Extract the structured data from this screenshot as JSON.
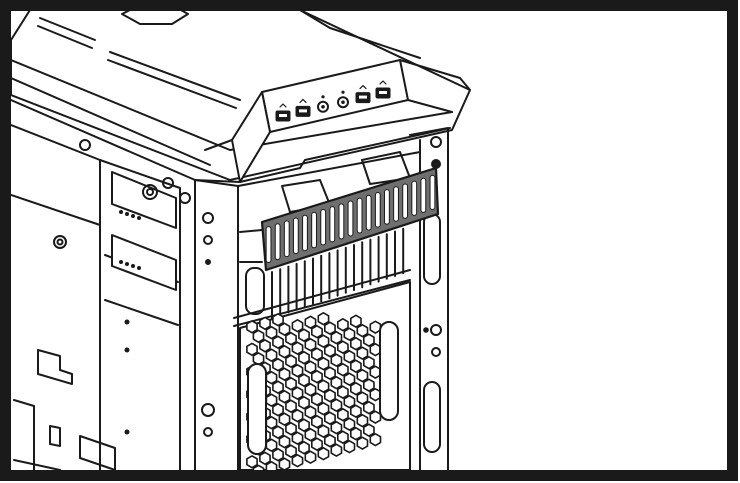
{
  "figure": {
    "subject": "pc-case-front-bay-cover-diagram",
    "colors": {
      "background": "#ffffff",
      "line": "#1a1a1a",
      "frame": "#1a1a1a",
      "highlight_fill": "#6f6f6f",
      "highlight_stroke": "#1a1a1a"
    },
    "io_ports": [
      {
        "icon": "usb3-port-icon"
      },
      {
        "icon": "usb3-port-icon"
      },
      {
        "icon": "audio-jack-icon"
      },
      {
        "icon": "audio-jack-icon"
      },
      {
        "icon": "usb3-port-icon"
      },
      {
        "icon": "usb3-port-icon"
      }
    ],
    "highlighted_part": "bay-cover-plate",
    "cover_slot_count": 19
  }
}
